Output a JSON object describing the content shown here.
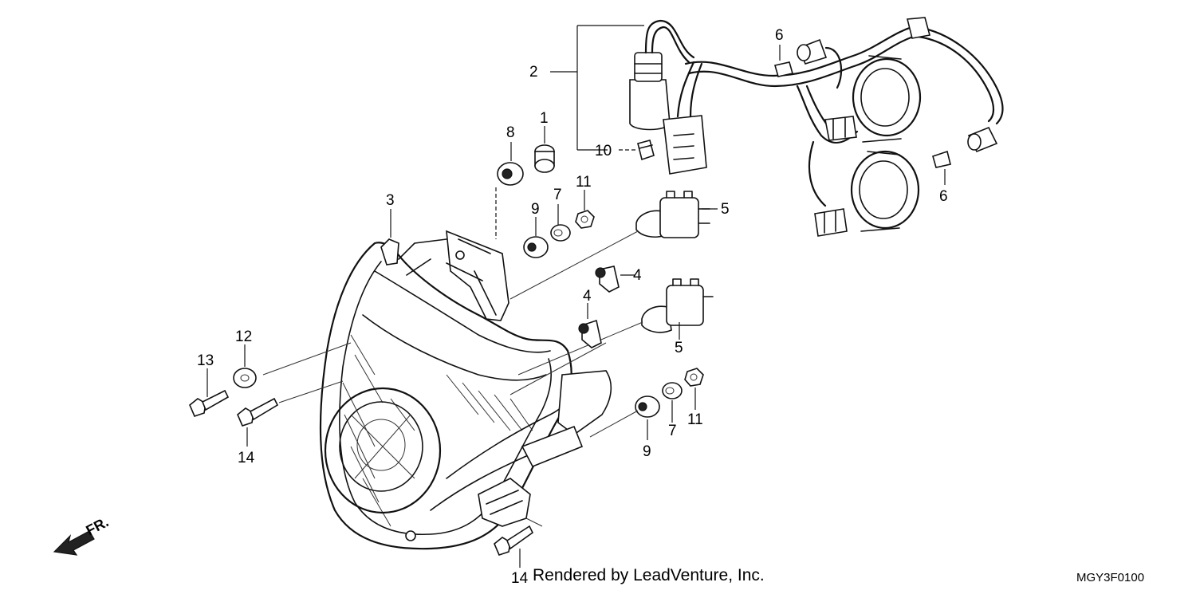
{
  "callouts": {
    "c1": "1",
    "c2": "2",
    "c3": "3",
    "c4a": "4",
    "c4b": "4",
    "c5a": "5",
    "c5b": "5",
    "c6a": "6",
    "c6b": "6",
    "c7a": "7",
    "c7b": "7",
    "c8": "8",
    "c9a": "9",
    "c9b": "9",
    "c10": "10",
    "c11a": "11",
    "c11b": "11",
    "c12": "12",
    "c13": "13",
    "c14a": "14",
    "c14b": "14"
  },
  "front_marker": "FR.",
  "credit": "Rendered by LeadVenture, Inc.",
  "diagram_code": "MGY3F0100"
}
